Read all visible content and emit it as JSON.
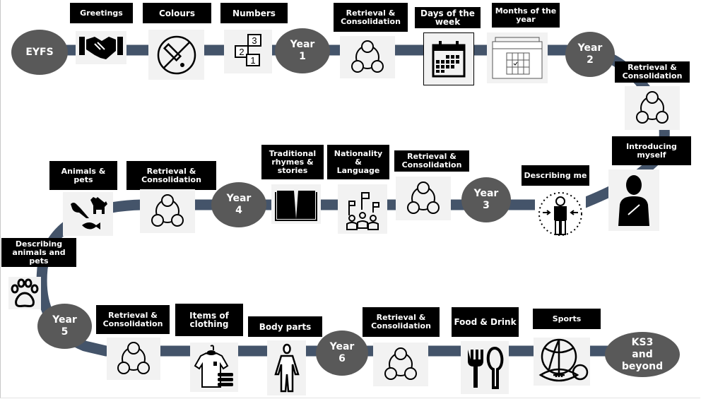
{
  "colors": {
    "path": "#44546a",
    "node": "#595959",
    "label_bg": "#000000",
    "label_text": "#ffffff",
    "icon_bg": "#f2f2f2"
  },
  "nodes": {
    "eyfs": "EYFS",
    "year1": "Year\n1",
    "year2": "Year\n2",
    "year3": "Year\n3",
    "year4": "Year\n4",
    "year5": "Year\n5",
    "year6": "Year\n6",
    "ks3": "KS3\nand\nbeyond"
  },
  "topics": {
    "greetings": {
      "label": "Greetings",
      "icon": "handshake-icon"
    },
    "colours": {
      "label": "Colours",
      "icon": "paint-dropper-icon"
    },
    "numbers": {
      "label": "Numbers",
      "icon": "numbered-speech-bubbles-icon"
    },
    "retrieval_y1": {
      "label": "Retrieval &\nConsolidation",
      "icon": "three-circles-cycle-icon"
    },
    "days": {
      "label": "Days of the\nweek",
      "icon": "calendar-icon"
    },
    "months": {
      "label": "Months of the\nyear",
      "icon": "calendar-check-icon"
    },
    "retrieval_y2": {
      "label": "Retrieval &\nConsolidation",
      "icon": "three-circles-cycle-icon"
    },
    "introducing": {
      "label": "Introducing\nmyself",
      "icon": "person-pointing-self-icon"
    },
    "describing_me": {
      "label": "Describing me",
      "icon": "person-focus-icon"
    },
    "retrieval_y3": {
      "label": "Retrieval &\nConsolidation",
      "icon": "three-circles-cycle-icon"
    },
    "nationality": {
      "label": "Nationality\n&\nLanguage",
      "icon": "people-flags-icon"
    },
    "rhymes": {
      "label": "Traditional\nrhymes &\nstories",
      "icon": "open-book-icon"
    },
    "retrieval_y4": {
      "label": "Retrieval &\nConsolidation",
      "icon": "three-circles-cycle-icon"
    },
    "animals": {
      "label": "Animals & pets",
      "icon": "animals-icon"
    },
    "describing_animals": {
      "label": "Describing\nanimals and\npets",
      "icon": "paw-print-icon"
    },
    "retrieval_y5": {
      "label": "Retrieval &\nConsolidation",
      "icon": "three-circles-cycle-icon"
    },
    "clothing": {
      "label": "Items of\nclothing",
      "icon": "clothing-icon"
    },
    "body": {
      "label": "Body parts",
      "icon": "body-outline-icon"
    },
    "retrieval_y6": {
      "label": "Retrieval &\nConsolidation",
      "icon": "three-circles-cycle-icon"
    },
    "food": {
      "label": "Food & Drink",
      "icon": "fork-spoon-icon"
    },
    "sports": {
      "label": "Sports",
      "icon": "sports-balls-icon"
    }
  }
}
